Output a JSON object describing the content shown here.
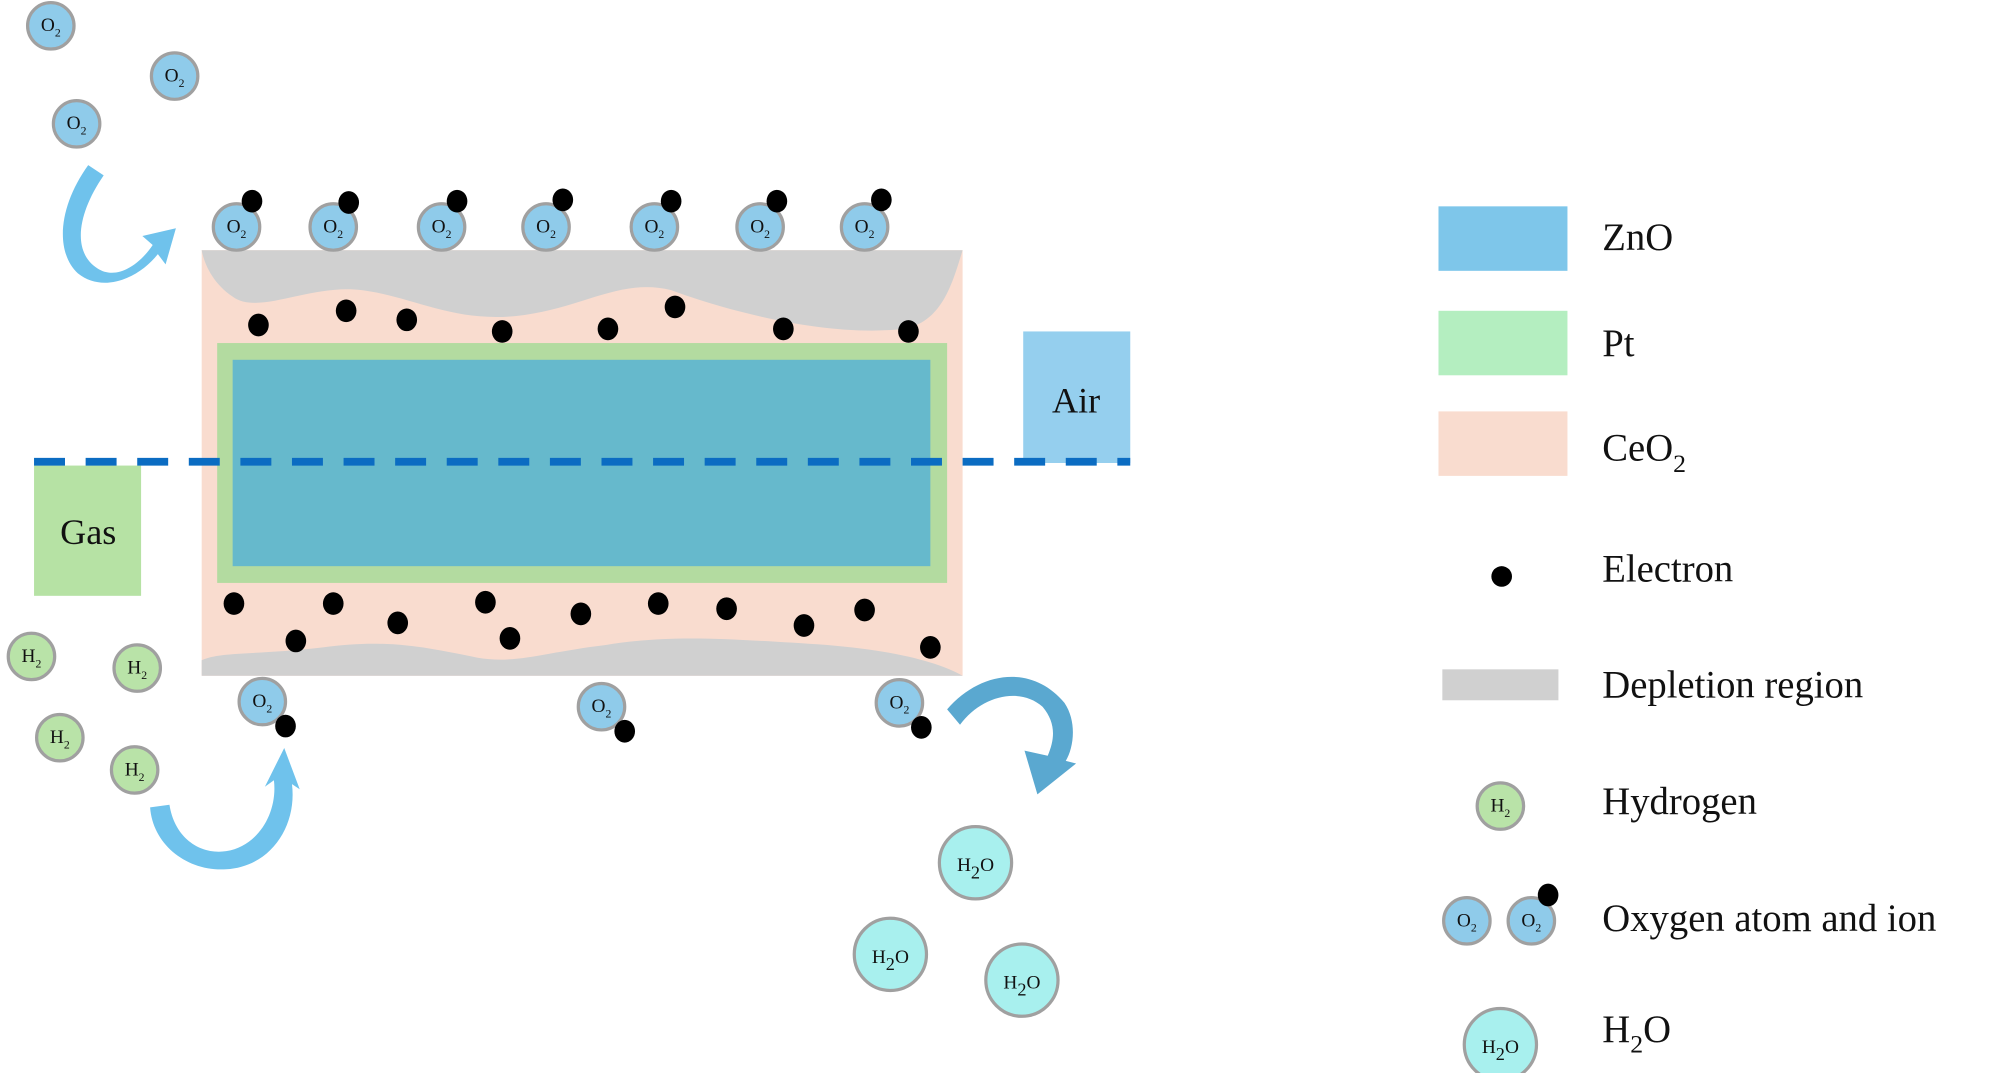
{
  "labels": {
    "gas": "Gas",
    "air": "Air",
    "o2": "O",
    "h2": "H",
    "h2o_h": "H",
    "h2o_o": "O",
    "sub2": "2"
  },
  "legend": [
    {
      "key": "zno",
      "label": "ZnO",
      "sub": ""
    },
    {
      "key": "pt",
      "label": "Pt",
      "sub": ""
    },
    {
      "key": "ceo2",
      "label": "CeO",
      "sub": "2"
    },
    {
      "key": "electron",
      "label": "Electron",
      "sub": ""
    },
    {
      "key": "depletion",
      "label": "Depletion region",
      "sub": ""
    },
    {
      "key": "hydrogen",
      "label": "Hydrogen",
      "sub": ""
    },
    {
      "key": "oxygen",
      "label": "Oxygen atom and ion",
      "sub": ""
    },
    {
      "key": "water",
      "label": "H",
      "sub": "2",
      "tail": "O"
    }
  ],
  "colors": {
    "zno": "#66b9cc",
    "zno_legend": "#7ec6ea",
    "pt": "#b3dba0",
    "pt_legend": "#b4eec0",
    "ceo2": "#f9dccf",
    "depletion": "#d0d0d0",
    "o2": "#8fcbea",
    "h2": "#b9e3a8",
    "h2o": "#a8f0ee",
    "arrow": "#6fc2ec",
    "arrow_dark": "#5aa8d0",
    "dash": "#0b6cc2",
    "gas_box": "#b6e2a4",
    "air_box": "#95cfee"
  }
}
